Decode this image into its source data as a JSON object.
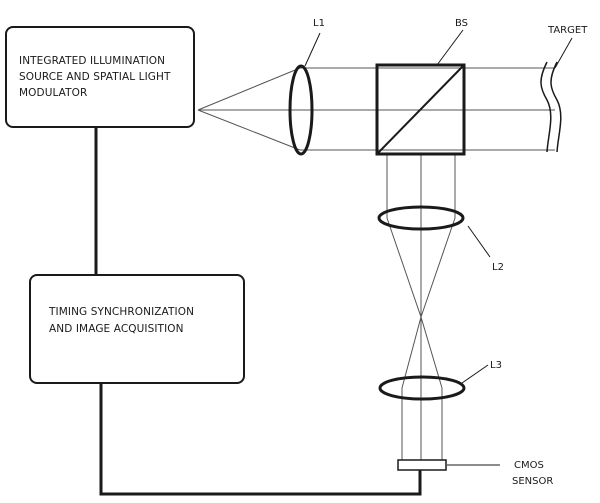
{
  "boxes": {
    "source": {
      "line1": "INTEGRATED ILLUMINATION",
      "line2": "SOURCE AND SPATIAL LIGHT",
      "line3": "MODULATOR"
    },
    "timing": {
      "line1": "TIMING SYNCHRONIZATION",
      "line2": "AND IMAGE ACQUISITION"
    }
  },
  "labels": {
    "l1": "L1",
    "bs": "BS",
    "target": "TARGET",
    "l2": "L2",
    "l3": "L3",
    "cmos_line1": "CMOS",
    "cmos_line2": "SENSOR"
  },
  "colors": {
    "stroke": "#1a1a1a",
    "ray": "#555555",
    "background": "#ffffff"
  }
}
